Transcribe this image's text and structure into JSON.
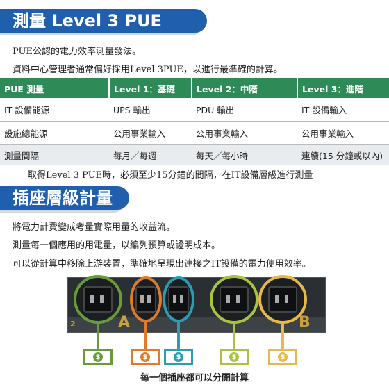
{
  "section1": {
    "title": "測量 Level 3 PUE",
    "intro1": "PUE公認的電力效率測量發法。",
    "intro2": "資料中心管理者通常偏好採用Level 3PUE，以進行最準確的計算。"
  },
  "table": {
    "headers": [
      "PUE 測量",
      "Level 1：基礎",
      "Level 2：中階",
      "Level 3：進階"
    ],
    "rows": [
      [
        "IT 設備能源",
        "UPS 輸出",
        "PDU 輸出",
        "IT 設備輸入"
      ],
      [
        "設施總能源",
        "公用事業輸入",
        "公用事業輸入",
        "公用事業輸入"
      ],
      [
        "測量間隔",
        "每月／每週",
        "每天／每小時",
        "連續(15 分鐘或以內)"
      ]
    ],
    "note": "取得Level 3 PUE時，必須至少15分鐘的間隔，在IT設備層級進行測量"
  },
  "section2": {
    "title": "插座層級計量",
    "line1": "將電力計費變成考量實際用量的收益流。",
    "line2": "測量每一個應用的用電量，以編列預算或證明成本。",
    "line3": "可以從計算中移除上游裝置，準確地呈現出連接之IT設備的電力使用效率。"
  },
  "diagram": {
    "bank_a": "A",
    "bank_b": "B",
    "bank_num": "2",
    "coin_symbol": "$",
    "caption": "每一個插座都可以分開計算",
    "colors": {
      "green": "#6a9b3b",
      "orange": "#e07b2a",
      "teal": "#2a9db5",
      "lime": "#a9c23f",
      "gold": "#e8b84a"
    }
  }
}
